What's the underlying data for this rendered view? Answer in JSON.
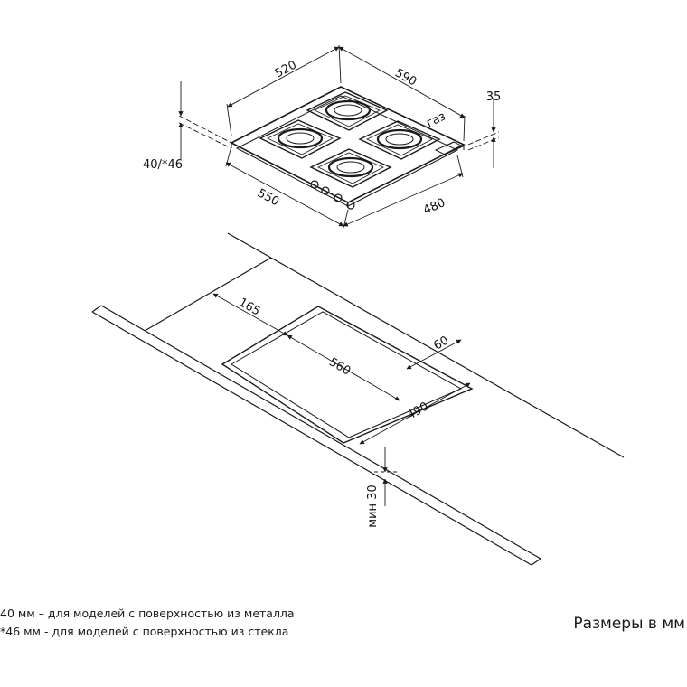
{
  "hob_dimensions": {
    "depth": "520",
    "width": "590",
    "height_back": "35",
    "thickness": "40/*46",
    "bottom_width": "550",
    "bottom_depth": "480",
    "gas_inlet": "газ"
  },
  "cutout_dimensions": {
    "offset_front": "165",
    "offset_back": "60",
    "cutout_width": "560",
    "cutout_depth": "490",
    "min_clearance": "мин 30"
  },
  "notes": {
    "line1": "40 мм – для моделей с поверхностью  из металла",
    "line2": "*46 мм - для моделей с поверхностью  из стекла"
  },
  "units_caption": "Размеры в мм",
  "colors": {
    "line": "#1a1a1a",
    "background": "#ffffff"
  }
}
